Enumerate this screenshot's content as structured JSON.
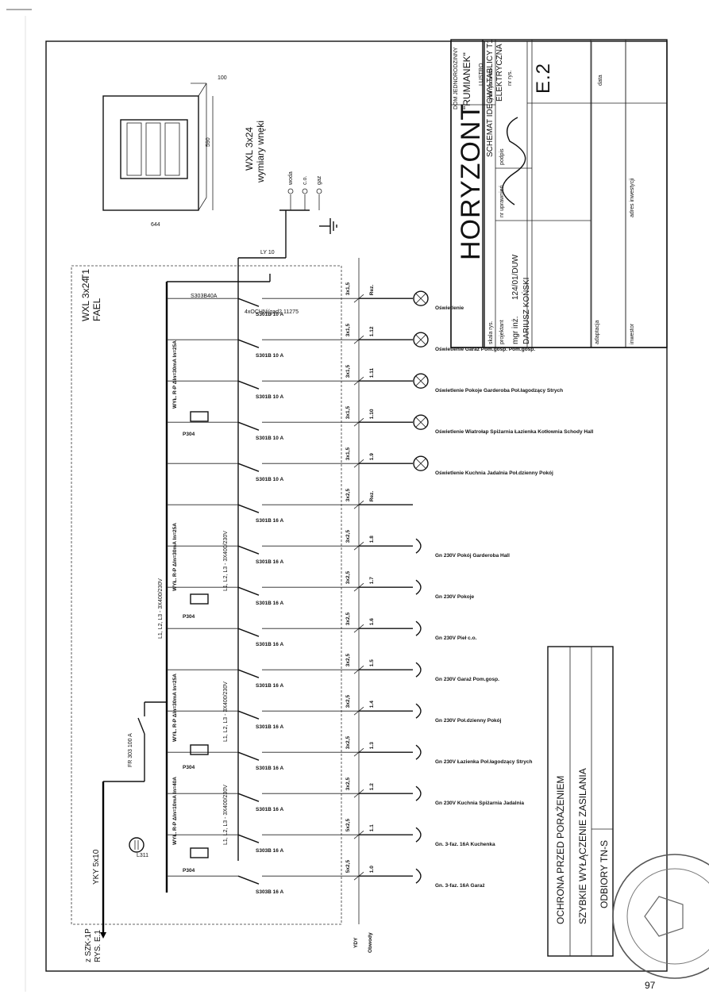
{
  "page_number": "97",
  "board": {
    "id": "T1",
    "model": "WXL 3x24",
    "maker": "FAEL",
    "niche_title": "WXL 3x24",
    "niche_subtitle": "wymiary wnęki",
    "dim_depth": "100",
    "dim_height": "590",
    "dim_width": "644"
  },
  "supply": {
    "from_label": "z SZK-1P",
    "from_ref": "RYS. E.1",
    "cable": "YKY 5x10",
    "meter_label": "L311",
    "main_switch": "FR 303 100 A",
    "bus_label": "L1, L2, L3 - 3X400/230V",
    "surge_label": "S303B40A",
    "surge_unit": "4xOCHNi/gad2 11275",
    "pe_earth_cable": "LY 10",
    "earth_items": [
      "woda",
      "c.o.",
      "gaz"
    ],
    "ydy_label": "YDY",
    "obwody_label": "Obwody"
  },
  "rcd_groups": [
    {
      "type": "P304",
      "label": "WYŁ. R-P ΔIn=10mA In=40A",
      "bus": "L1, L2, L3 - 3X400/230V"
    },
    {
      "type": "P304",
      "label": "WYŁ. R-P ΔIn=30mA In=25A",
      "bus": "L1, L2, L3 - 3X400/230V"
    },
    {
      "type": "P304",
      "label": "WYŁ. R-P ΔIn=30mA In=25A",
      "bus": "L1, L2, L3 - 3X400/230V"
    },
    {
      "type": "P304",
      "label": "WYŁ. R-P ΔIn=30mA In=25A",
      "bus": ""
    }
  ],
  "circuits": [
    {
      "breaker": "S303B 16 A",
      "cable": "5x2,5",
      "no": "1.0",
      "desc": "Gn. 3-faz. 16A Garaż",
      "kind": "socket3"
    },
    {
      "breaker": "S303B 16 A",
      "cable": "5x2,5",
      "no": "1.1",
      "desc": "Gn. 3-faz. 16A Kuchenka",
      "kind": "socket3"
    },
    {
      "breaker": "S301B 16 A",
      "cable": "3x2,5",
      "no": "1.2",
      "desc": "Gn 230V Kuchnia Spiżarnia Jadalnia",
      "kind": "socket"
    },
    {
      "breaker": "S301B 16 A",
      "cable": "3x2,5",
      "no": "1.3",
      "desc": "Gn 230V Łazienka Poł.łagodzący Strych",
      "kind": "socket"
    },
    {
      "breaker": "S301B 16 A",
      "cable": "3x2,5",
      "no": "1.4",
      "desc": "Gn 230V Poł.dzienny Pokój",
      "kind": "socket"
    },
    {
      "breaker": "S301B 16 A",
      "cable": "3x2,5",
      "no": "1.5",
      "desc": "Gn 230V Garaż Pom.gosp.",
      "kind": "socket"
    },
    {
      "breaker": "S301B 16 A",
      "cable": "3x2,5",
      "no": "1.6",
      "desc": "Gn 230V Pieł c.o.",
      "kind": "socket"
    },
    {
      "breaker": "S301B 16 A",
      "cable": "3x2,5",
      "no": "1.7",
      "desc": "Gn 230V Pokoje",
      "kind": "socket"
    },
    {
      "breaker": "S301B 16 A",
      "cable": "3x2,5",
      "no": "1.8",
      "desc": "Gn 230V Pokój Garderoba Hall",
      "kind": "socket"
    },
    {
      "breaker": "S301B 16 A",
      "cable": "3x2,5",
      "no": "Rez.",
      "desc": "",
      "kind": "none"
    },
    {
      "breaker": "S301B 10 A",
      "cable": "3x1,5",
      "no": "1.9",
      "desc": "Oświetlenie Kuchnia Jadalnia Poł.dzienny Pokój",
      "kind": "lamp"
    },
    {
      "breaker": "S301B 10 A",
      "cable": "3x1,5",
      "no": "1.10",
      "desc": "Oświetlenie Wiatrołap Spiżarnia Łazienka Kotłownia Schody Hall",
      "kind": "lamp2"
    },
    {
      "breaker": "S301B 10 A",
      "cable": "3x1,5",
      "no": "1.11",
      "desc": "Oświetlenie Pokoje Garderoba Poł.łagodzący Strych",
      "kind": "lamp"
    },
    {
      "breaker": "S301B 10 A",
      "cable": "3x1,5",
      "no": "1.12",
      "desc": "Oświetlenie Garaż Pom.gosp. Pom.gosp.",
      "kind": "lamp"
    },
    {
      "breaker": "S301B 10 A",
      "cable": "3x1,5",
      "no": "Rez.",
      "desc": "Oświetlenie",
      "kind": "lamp"
    }
  ],
  "protection": {
    "line1": "OCHRONA PRZED PORAŻENIEM",
    "line2": "SZYBKIE WYŁĄCZENIE ZASILANIA",
    "line3": "ODBIORY TN-S"
  },
  "title_block": {
    "company": "HORYZONT",
    "scale_label": "skala rys.",
    "drawing_title_label": "tytuł rys.",
    "drawing_title": "SCHEMAT IDEOWY TABLICY T1",
    "designer_label": "projektant",
    "license_label": "nr uprawnień",
    "signature_label": "podpis",
    "designer_title": "mgr inż.",
    "license_no": "124/01/DUW",
    "designer_name": "DARIUSZ KOŃSKI",
    "adaptation_label": "adaptacja",
    "investor_label": "inwestor",
    "address_label": "adres inwestycji",
    "house_label": "DOM JEDNORODZINNY",
    "house_name": "\"RUMIANEK\"",
    "variant": "LUSTRO",
    "branch_label": "branża",
    "branch": "ELEKTRYCZNA",
    "sheet_no_label": "nr rys.",
    "sheet_no": "E.2",
    "date_label": "data"
  },
  "colors": {
    "ink": "#111111",
    "paper": "#ffffff"
  }
}
